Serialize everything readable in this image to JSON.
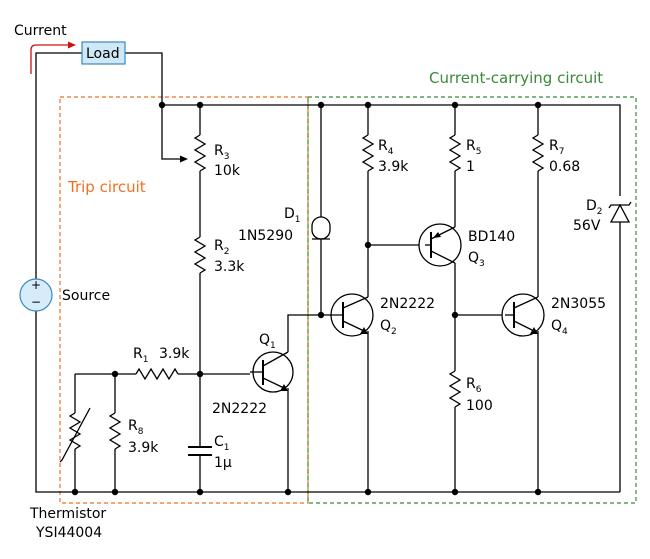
{
  "colors": {
    "trip_box": "#f07020",
    "current_box": "#3a8a3a",
    "current_arrow": "#d01010",
    "load_fill": "#cfe8f5",
    "load_stroke": "#3a88c0",
    "source_fill": "#d6ecf8",
    "source_stroke": "#3a88c0",
    "wire": "#000000"
  },
  "labels": {
    "current": "Current",
    "load": "Load",
    "source": "Source",
    "trip_circuit": "Trip circuit",
    "current_circuit": "Current-carrying circuit",
    "thermistor_name": "Thermistor",
    "thermistor_part": "YSI44004"
  },
  "components": {
    "r3": {
      "ref": "R",
      "sub": "3",
      "value": "10k"
    },
    "r2": {
      "ref": "R",
      "sub": "2",
      "value": "3.3k"
    },
    "r1": {
      "ref": "R",
      "sub": "1",
      "value": "3.9k"
    },
    "r8": {
      "ref": "R",
      "sub": "8",
      "value": "3.9k"
    },
    "c1": {
      "ref": "C",
      "sub": "1",
      "value": "1µ"
    },
    "q1": {
      "ref": "Q",
      "sub": "1",
      "part": "2N2222"
    },
    "d1": {
      "ref": "D",
      "sub": "1",
      "part": "1N5290"
    },
    "r4": {
      "ref": "R",
      "sub": "4",
      "value": "3.9k"
    },
    "r5": {
      "ref": "R",
      "sub": "5",
      "value": "1"
    },
    "r7": {
      "ref": "R",
      "sub": "7",
      "value": "0.68"
    },
    "q3": {
      "ref": "Q",
      "sub": "3",
      "part": "BD140"
    },
    "q2": {
      "ref": "Q",
      "sub": "2",
      "part": "2N2222"
    },
    "q4": {
      "ref": "Q",
      "sub": "4",
      "part": "2N3055"
    },
    "r6": {
      "ref": "R",
      "sub": "6",
      "value": "100"
    },
    "d2": {
      "ref": "D",
      "sub": "2",
      "value": "56V"
    }
  }
}
